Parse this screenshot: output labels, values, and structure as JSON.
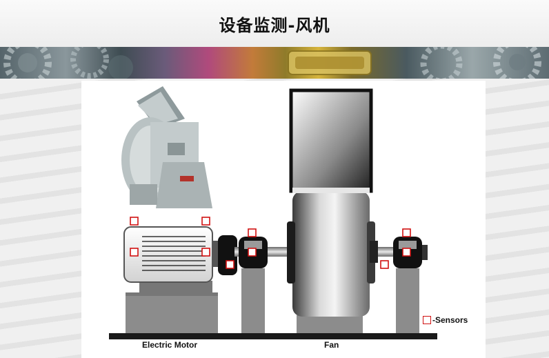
{
  "header": {
    "title": "设备监测-风机"
  },
  "diagram": {
    "labels": {
      "electric_motor": "Electric Motor",
      "fan": "Fan",
      "legend": "-Sensors"
    },
    "colors": {
      "sensor": "#d01010",
      "base": "#1a1a1a",
      "pedestal": "#8c8c8c"
    }
  }
}
